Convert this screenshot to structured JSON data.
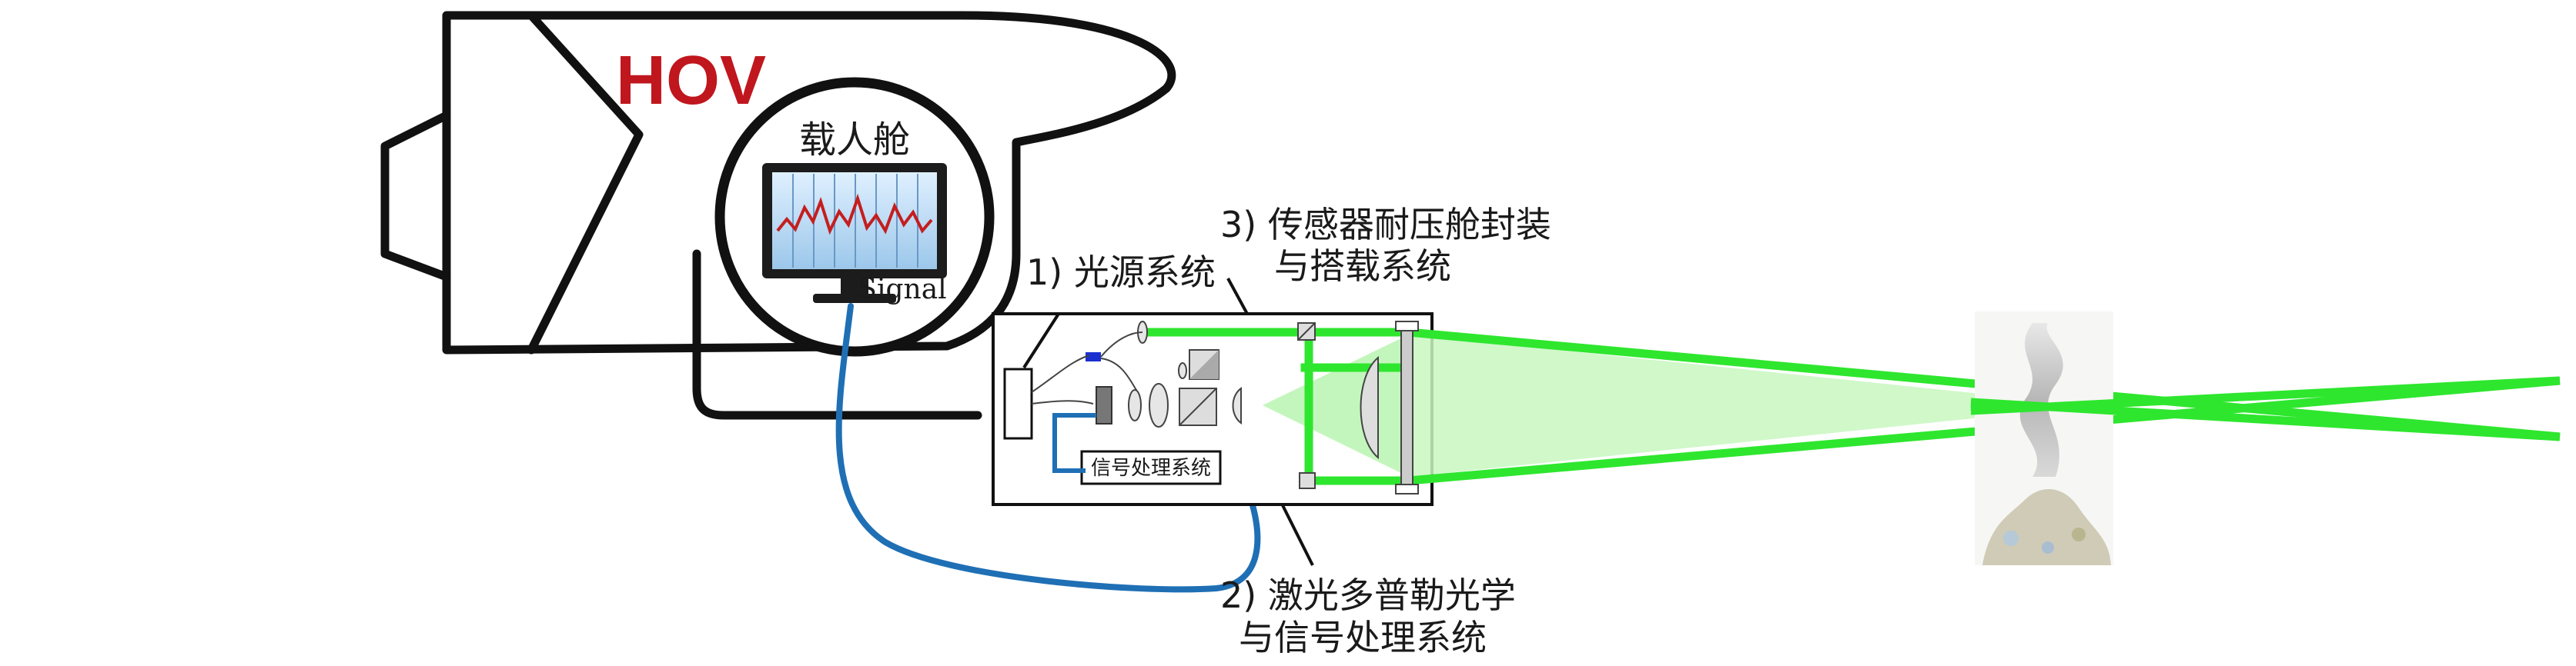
{
  "hov": {
    "label": "HOV",
    "cabin_label": "载人舱",
    "signal_label": "Signal"
  },
  "subsystems": {
    "light_source": "1) 光源系统",
    "doppler_optics_line1": "2) 激光多普勒光学",
    "doppler_optics_line2": "与信号处理系统",
    "pressure_housing_line1": "3) 传感器耐压舱封装",
    "pressure_housing_line2": "与搭载系统",
    "signal_processing": "信号处理系统"
  },
  "colors": {
    "hov_red": "#c0161e",
    "laser_green": "#2ee62e",
    "beam_light_green": "#b9f5b0",
    "cable_blue": "#1f6fb5",
    "outline": "#111111"
  }
}
